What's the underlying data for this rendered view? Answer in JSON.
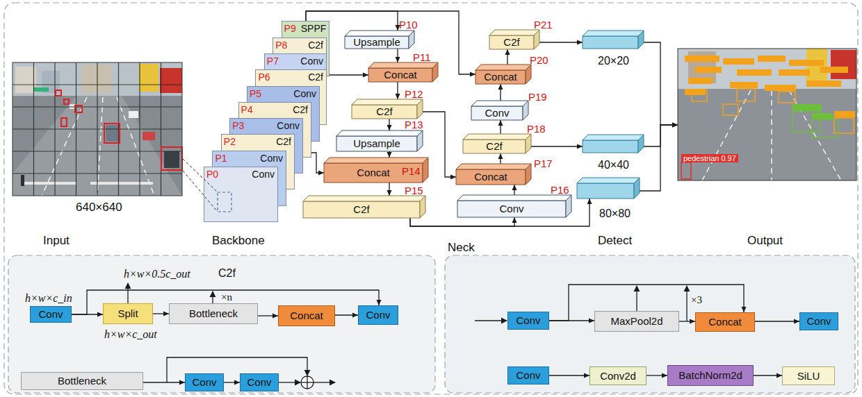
{
  "diagram": {
    "nodes": [
      {
        "text": [
          "P0",
          "Conv"
        ]
      },
      {
        "text": [
          "P1",
          "Conv"
        ]
      },
      {
        "text": [
          "P2",
          "C2f"
        ]
      },
      {
        "text": [
          "P3",
          "Conv"
        ]
      },
      {
        "text": [
          "P4",
          "C2f"
        ]
      },
      {
        "text": [
          "P5",
          "Conv"
        ]
      },
      {
        "text": [
          "P6",
          "C2f"
        ]
      },
      {
        "text": [
          "P7",
          "Conv"
        ]
      },
      {
        "text": [
          "P8",
          "C2f"
        ]
      },
      {
        "text": [
          "P9",
          "SPPF"
        ]
      },
      {
        "text": [
          "Upsample",
          "P10"
        ]
      },
      {
        "text": [
          "Concat",
          "P11"
        ]
      },
      {
        "text": [
          "C2f",
          "P12"
        ]
      },
      {
        "text": [
          "Upsample",
          "P13"
        ]
      },
      {
        "text": [
          "Concat",
          "P14"
        ]
      },
      {
        "text": [
          "C2f",
          "P15"
        ]
      },
      {
        "text": [
          "Conv",
          "P16"
        ]
      },
      {
        "text": [
          "Concat",
          "P17"
        ]
      },
      {
        "text": [
          "C2f",
          "P18"
        ]
      },
      {
        "text": [
          "Conv",
          "P19"
        ]
      },
      {
        "text": [
          "Concat",
          "P20"
        ]
      },
      {
        "text": [
          "C2f",
          "P21"
        ]
      },
      {
        "text": [
          "20×20"
        ]
      },
      {
        "text": [
          "40×40"
        ]
      },
      {
        "text": [
          "80×80"
        ]
      },
      {
        "text": [
          "pedestrian 0.97"
        ]
      },
      {
        "text": [
          "Conv"
        ]
      },
      {
        "text": [
          "Split"
        ]
      },
      {
        "text": [
          "Bottleneck"
        ]
      },
      {
        "text": [
          "Concat"
        ]
      },
      {
        "text": [
          "Conv"
        ]
      },
      {
        "text": [
          "Bottleneck"
        ]
      },
      {
        "text": [
          "Conv"
        ]
      },
      {
        "text": [
          "Conv"
        ]
      },
      {
        "text": [
          "Conv"
        ]
      },
      {
        "text": [
          "MaxPool2d"
        ]
      },
      {
        "text": [
          "Concat"
        ]
      },
      {
        "text": [
          "Conv"
        ]
      },
      {
        "text": [
          "Conv"
        ]
      },
      {
        "text": [
          "Conv2d"
        ]
      },
      {
        "text": [
          "BatchNorm2d"
        ]
      },
      {
        "text": [
          "SiLU"
        ]
      }
    ],
    "edges": [
      {
        "from": 9,
        "to": 10,
        "arrow": "to"
      },
      {
        "from": 9,
        "to": 20,
        "arrow": "to"
      },
      {
        "from": 10,
        "to": 11,
        "arrow": "to"
      },
      {
        "from": 6,
        "to": 11,
        "arrow": "to"
      },
      {
        "from": 11,
        "to": 12,
        "arrow": "to"
      },
      {
        "from": 12,
        "to": 13,
        "arrow": "to"
      },
      {
        "from": 12,
        "to": 17,
        "arrow": "to"
      },
      {
        "from": 4,
        "to": 14,
        "arrow": "to"
      },
      {
        "from": 13,
        "to": 14,
        "arrow": "to"
      },
      {
        "from": 14,
        "to": 15,
        "arrow": "to"
      },
      {
        "from": 15,
        "to": 16,
        "arrow": "to"
      },
      {
        "from": 15,
        "to": 24,
        "arrow": "to"
      },
      {
        "from": 16,
        "to": 17,
        "arrow": "to"
      },
      {
        "from": 17,
        "to": 18,
        "arrow": "to"
      },
      {
        "from": 18,
        "to": 19,
        "arrow": "to"
      },
      {
        "from": 19,
        "to": 20,
        "arrow": "to"
      },
      {
        "from": 20,
        "to": 21,
        "arrow": "to"
      },
      {
        "from": 21,
        "to": 22,
        "arrow": "to"
      },
      {
        "from": 18,
        "to": 23,
        "arrow": "to"
      },
      {
        "from": 22,
        "to": 25,
        "arrow": "to"
      },
      {
        "from": 23,
        "to": 25,
        "arrow": "to"
      },
      {
        "from": 24,
        "to": 25,
        "arrow": "to"
      },
      {
        "from": 26,
        "to": 27,
        "arrow": "to"
      },
      {
        "from": 27,
        "to": 28,
        "arrow": "to"
      },
      {
        "from": 28,
        "to": 29,
        "arrow": "to"
      },
      {
        "from": 29,
        "to": 30,
        "arrow": "to"
      },
      {
        "from": 26,
        "to": 30,
        "arrow": "to"
      },
      {
        "from": 31,
        "to": 32,
        "arrow": "to"
      },
      {
        "from": 32,
        "to": 33,
        "arrow": "to"
      },
      {
        "from": 34,
        "to": 35,
        "arrow": "to"
      },
      {
        "from": 35,
        "to": 36,
        "arrow": "to"
      },
      {
        "from": 36,
        "to": 37,
        "arrow": "to"
      },
      {
        "from": 34,
        "to": 36,
        "arrow": "to"
      },
      {
        "from": 38,
        "to": 39,
        "arrow": "to"
      },
      {
        "from": 39,
        "to": 40,
        "arrow": "to"
      },
      {
        "from": 40,
        "to": 41,
        "arrow": "to"
      }
    ],
    "labels": [
      "640×640",
      "Input",
      "Backbone",
      "Neck",
      "Detect",
      "Output",
      "h×w×c_in",
      "h×w×0.5c_out",
      "C2f",
      "×n",
      "h×w×c_out",
      "×3"
    ]
  }
}
